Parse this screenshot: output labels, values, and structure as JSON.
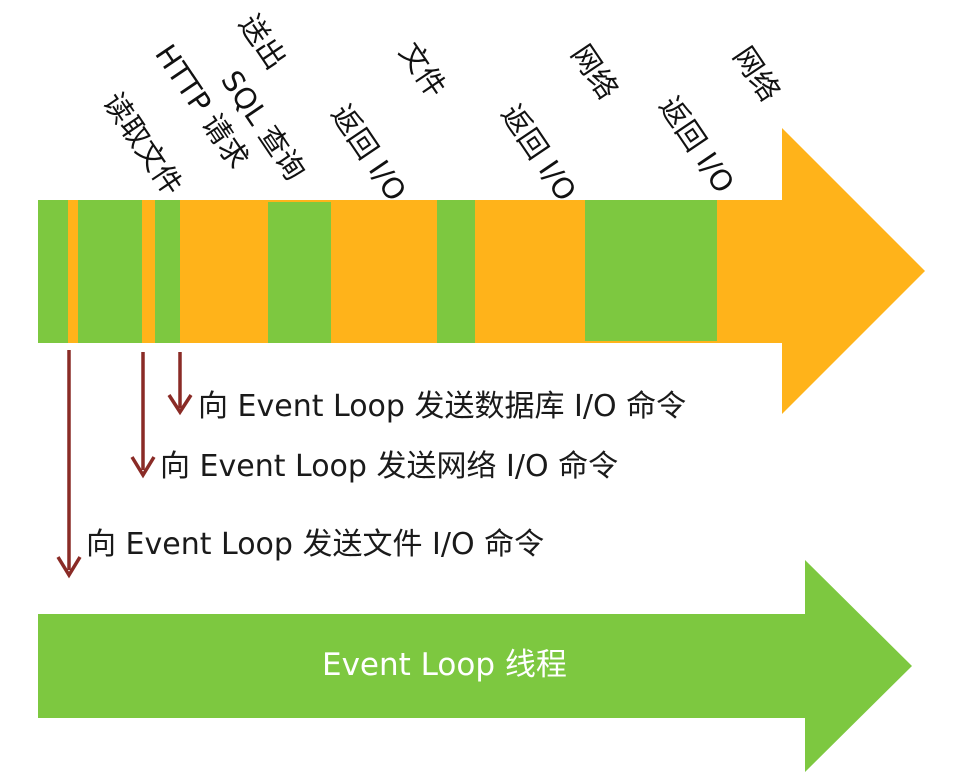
{
  "colors": {
    "main_arrow": "#ffb31a",
    "busy_segment": "#7dc840",
    "thread_arrow": "#7dc840",
    "command_arrow": "#8a2b26",
    "label_text": "#111111",
    "thread_text": "#ffffff"
  },
  "event_labels": [
    {
      "text": "读取文件"
    },
    {
      "text": "HTTP 请求"
    },
    {
      "text": "SQL 查询"
    },
    {
      "text": "送出"
    },
    {
      "text": "返回 I/O"
    },
    {
      "text": "文件"
    },
    {
      "text": "返回 I/O"
    },
    {
      "text": "网络"
    },
    {
      "text": "返回 I/O"
    },
    {
      "text": "网络"
    }
  ],
  "commands": [
    {
      "text": "向 Event Loop 发送数据库 I/O 命令"
    },
    {
      "text": "向 Event Loop  发送网络 I/O 命令"
    },
    {
      "text": "向 Event Loop 发送文件 I/O 命令"
    }
  ],
  "thread": {
    "label": "Event Loop  线程"
  }
}
